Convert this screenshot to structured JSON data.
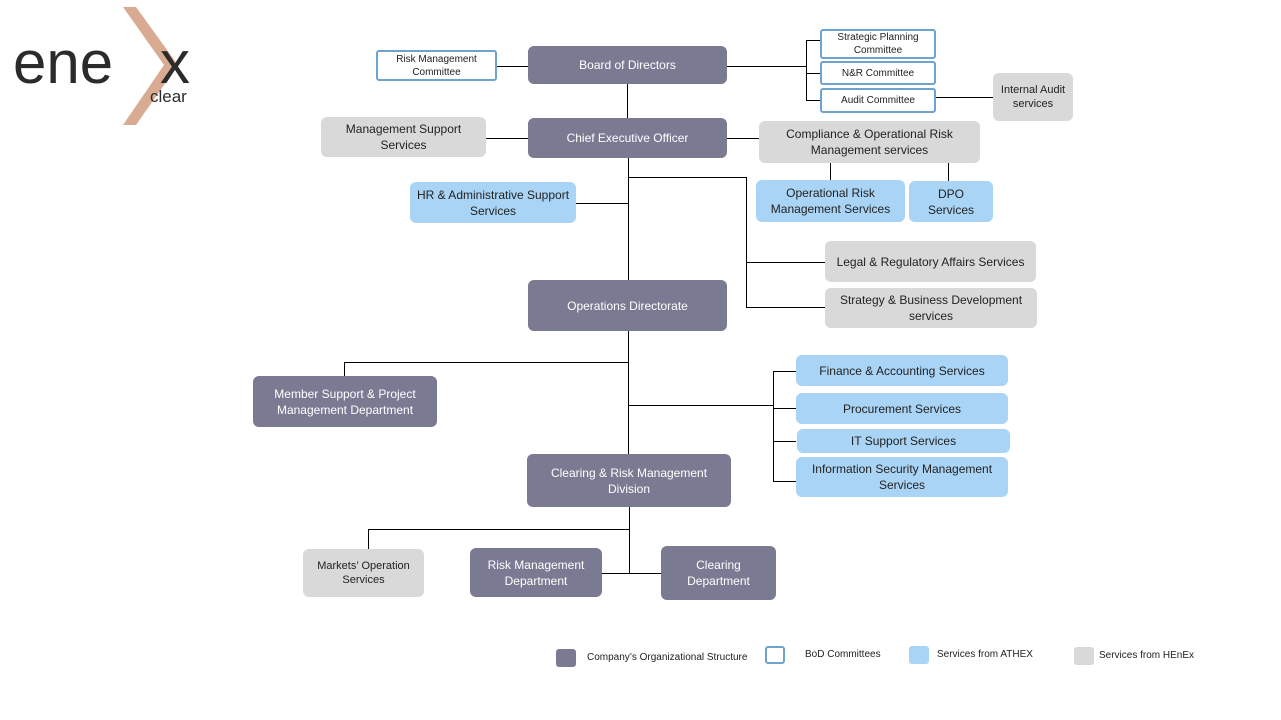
{
  "logo": {
    "main": "ene",
    "x": "x",
    "sub": "clear",
    "main_color": "#2b2b2b",
    "accent_color": "#d9ab93"
  },
  "colors": {
    "org": "#7b7a93",
    "bod_border": "#6fa3cf",
    "athex": "#a9d4f5",
    "henex": "#d9d9d9"
  },
  "boxes": {
    "risk_mgmt_committee": "Risk Management Committee",
    "board": "Board of Directors",
    "strategic_planning": "Strategic Planning Committee",
    "nr_committee": "N&R Committee",
    "audit_committee": "Audit Committee",
    "internal_audit": "Internal Audit services",
    "mgmt_support": "Management Support Services",
    "ceo": "Chief Executive Officer",
    "compliance": "Compliance & Operational Risk Management  services",
    "hr_admin": "HR & Administrative Support Services",
    "op_risk": "Operational Risk Management Services",
    "dpo": "DPO Services",
    "legal": "Legal & Regulatory Affairs Services",
    "strategy": "Strategy & Business Development services",
    "operations": "Operations Directorate",
    "member_support": "Member Support & Project Management Department",
    "finance": "Finance & Accounting Services",
    "procurement": "Procurement Services",
    "it_support": "IT Support Services",
    "infosec": "Information Security Management Services",
    "clearing_risk": "Clearing & Risk Management Division",
    "markets_op": "Markets’ Operation Services",
    "risk_dept": "Risk Management Department",
    "clearing_dept": "Clearing Department"
  },
  "legend": {
    "org": "Company’s Organizational Structure",
    "bod": "BoD Committees",
    "athex": "Services from ATHEX",
    "henex": "Services from HEnEx"
  }
}
